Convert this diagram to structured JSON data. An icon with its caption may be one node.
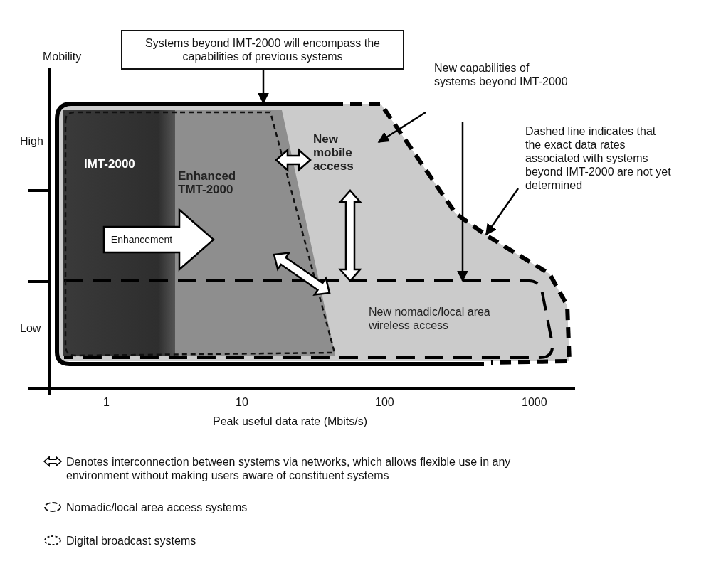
{
  "diagram": {
    "nodes": [
      {
        "text": [
          "Systems beyond IMT-2000 will encompass the capabilities of previous systems"
        ]
      },
      {
        "text": [],
        "shape": "box"
      },
      {
        "text": [
          "IMT-2000"
        ],
        "in": 1
      },
      {
        "text": [
          "Enhanced TMT-2000"
        ],
        "in": 1
      },
      {
        "text": [
          "New mobile access"
        ],
        "in": 1
      },
      {
        "text": [
          "New nomadic/local area wireless access"
        ],
        "in": 1
      },
      {
        "text": [
          "New capabilities of systems beyond IMT-2000"
        ]
      },
      {
        "text": [
          "Dashed line indicates that the exact data rates associated with systems beyond IMT-2000 are not yet determined"
        ]
      }
    ],
    "edges": [
      {
        "from": 0,
        "to": 1,
        "arrow": "to"
      },
      {
        "from": 6,
        "to": 4,
        "arrow": "to"
      },
      {
        "from": 6,
        "to": 5,
        "arrow": "to"
      },
      {
        "from": 7,
        "to": 1,
        "arrow": "to"
      },
      {
        "from": 3,
        "to": 4,
        "arrow": "both",
        "style": "thick"
      },
      {
        "from": 4,
        "to": 5,
        "arrow": "both",
        "style": "thick"
      },
      {
        "from": 3,
        "to": 5,
        "arrow": "both",
        "style": "thick"
      },
      {
        "from": 2,
        "to": 3,
        "arrow": "to",
        "style": "thick",
        "label": "Enhancement"
      }
    ],
    "labels": [
      "Mobility",
      "High",
      "Low",
      "1",
      "10",
      "100",
      "1000",
      "Peak useful data rate (Mbits/s)"
    ],
    "legend": [
      {
        "text": "Denotes interconnection between systems via networks, which allows flexible use in any environment without making users aware of constituent systems"
      },
      {
        "text": "Nomadic/local area access systems"
      },
      {
        "text": "Digital broadcast systems"
      }
    ]
  }
}
